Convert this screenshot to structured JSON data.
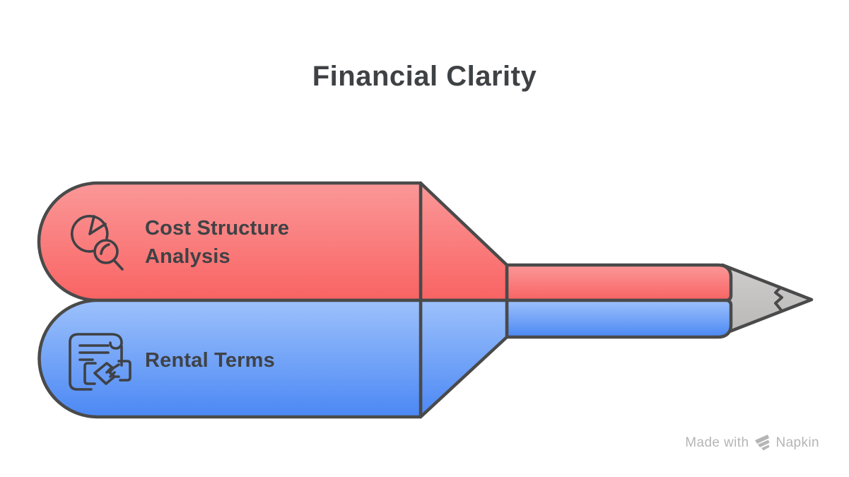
{
  "title": "Financial Clarity",
  "sections": [
    {
      "label": "Cost Structure Analysis",
      "icon": "pie-chart-magnifier-icon",
      "color_light": "#fb9898",
      "color_dark": "#f96363"
    },
    {
      "label": "Rental Terms",
      "icon": "contract-handshake-icon",
      "color_light": "#9dc1fb",
      "color_dark": "#4b88f4"
    }
  ],
  "pencil": {
    "tip_color_light": "#cecccc",
    "tip_color_dark": "#bab7b7",
    "outline_color": "#4a4a4a",
    "icon_stroke_color": "#3e4145"
  },
  "text_color": "#3f4245",
  "background_color": "#ffffff",
  "watermark": {
    "prefix": "Made with",
    "brand": "Napkin",
    "color": "#b5b5b5"
  }
}
